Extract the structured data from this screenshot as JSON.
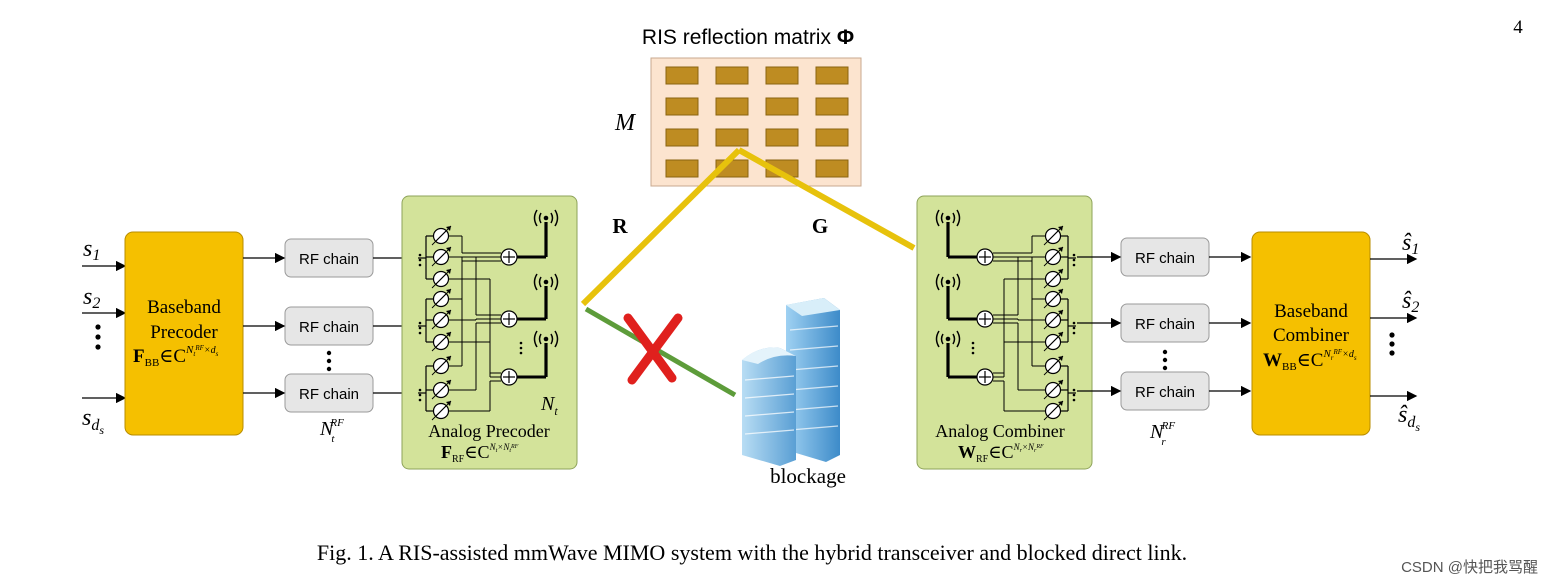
{
  "page_number": "4",
  "ris": {
    "title": "RIS reflection matrix ",
    "phi": "Φ",
    "size_label": "M"
  },
  "channel_labels": {
    "R": "R",
    "G": "G"
  },
  "blockage_label": "blockage",
  "transmitter": {
    "inputs": {
      "s": "s",
      "sub1": "1",
      "sub2": "2",
      "subds": "d",
      "subds2": "s"
    },
    "baseband": {
      "line1": "Baseband",
      "line2": "Precoder",
      "sym": "F",
      "sub": "BB",
      "rest": "∈C",
      "sup": "N",
      "sup_sub": "t",
      "sup_sup": "RF",
      "sup_x": "×d",
      "sup_s": "s"
    },
    "rf_chain": "RF chain",
    "nt_rf": {
      "base": "N",
      "sub": "t",
      "sup": "RF"
    },
    "analog": {
      "title": "Analog Precoder",
      "sym": "F",
      "sub": "RF",
      "rest": "∈C",
      "sup": "N",
      "sup2": "t",
      "sup3": "×N",
      "sup4": "t",
      "sup5": "RF"
    },
    "nt": {
      "base": "N",
      "sub": "t"
    }
  },
  "receiver": {
    "analog": {
      "title": "Analog Combiner",
      "sym": "W",
      "sub": "RF",
      "rest": "∈C",
      "sup": "N",
      "sup2": "r",
      "sup3": "×N",
      "sup4": "r",
      "sup5": "RF"
    },
    "rf_chain": "RF chain",
    "nr_rf": {
      "base": "N",
      "sub": "r",
      "sup": "RF"
    },
    "baseband": {
      "line1": "Baseband",
      "line2": "Combiner",
      "sym": "W",
      "sub": "BB",
      "rest": "∈C",
      "sup": "N",
      "sup_sub": "r",
      "sup_sup": "RF",
      "sup_x": "×d",
      "sup_s": "s"
    },
    "outputs": {
      "s": "ŝ",
      "sub1": "1",
      "sub2": "2",
      "subds": "d",
      "subds2": "s"
    }
  },
  "caption": "Fig. 1. A RIS-assisted mmWave MIMO system with the hybrid transceiver and blocked direct link.",
  "watermark": "CSDN @快把我骂醒",
  "colors": {
    "baseband": "#F5C000",
    "analog_panel": "#D3E39A",
    "rf_chain": "#E6E6E6",
    "ris_panel": "#FCE4CF",
    "ris_element": "#BE8C22",
    "ris_beam": "#E7C20C",
    "direct_link": "#5D9C3A",
    "block_x": "#E0201D",
    "building": "#6BB0E0"
  }
}
